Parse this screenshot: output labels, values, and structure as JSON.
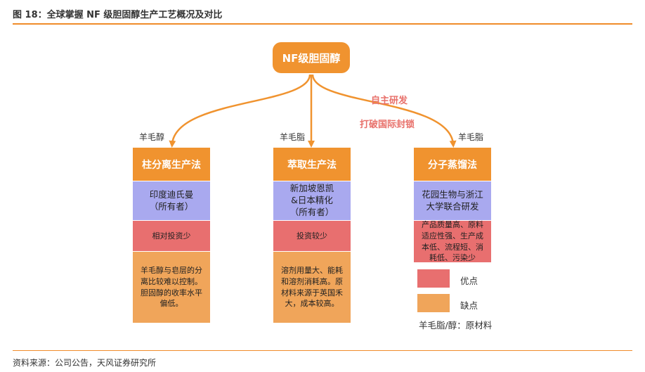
{
  "figure": {
    "title": "图 18：全球掌握 NF 级胆固醇生产工艺概况及对比",
    "source": "资料来源：公司公告，天风证券研究所"
  },
  "root": {
    "label": "NF级胆固醇"
  },
  "annotations": {
    "line1": "自主研发",
    "line2": "打破国际封锁"
  },
  "inputs": {
    "left": "羊毛醇",
    "middle": "羊毛脂",
    "right": "羊毛脂"
  },
  "methods": [
    {
      "name": "柱分离生产法",
      "owner": "印度迪氏曼\n（所有者）",
      "pro": "相对投资少",
      "con": "羊毛醇与皂层的分离比较难以控制。胆固醇的收率水平偏低。"
    },
    {
      "name": "萃取生产法",
      "owner": "新加坡恩凯\n&日本精化\n（所有者）",
      "pro": "投资较少",
      "con": "溶剂用量大、能耗和溶剂消耗高。原材料来源于英国禾大，成本较高。"
    },
    {
      "name": "分子蒸馏法",
      "owner": "花园生物与浙江大学联合研发",
      "pro": "产品质量高、原料适应性强、生产成本低、流程短、消耗低、污染少"
    }
  ],
  "legend": {
    "pro_label": "优点",
    "con_label": "缺点",
    "note": "羊毛脂/醇：原材料",
    "colors": {
      "pro": "#e86f6f",
      "con": "#f0a55a",
      "owner": "#a9a9ef",
      "header": "#f0932f"
    }
  }
}
